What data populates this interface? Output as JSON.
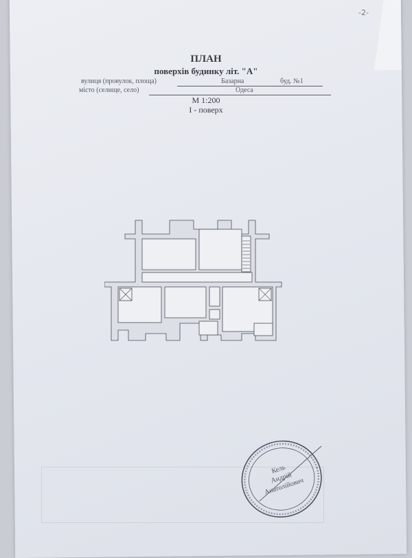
{
  "page_number": "-2-",
  "header": {
    "title": "ПЛАН",
    "subtitle": "поверхів будинку літ. \"А\""
  },
  "address": {
    "street_label": "вулиця (провулок, площа)",
    "street_value": "Базарна",
    "building": "буд. №1",
    "city_label": "місто (селище, село)",
    "city_value": "Одеса"
  },
  "scale": "М 1:200",
  "floor": "І - поверх",
  "stamp": {
    "name_line1": "Кель",
    "name_line2": "Андрій",
    "name_line3": "Анатолійович"
  }
}
